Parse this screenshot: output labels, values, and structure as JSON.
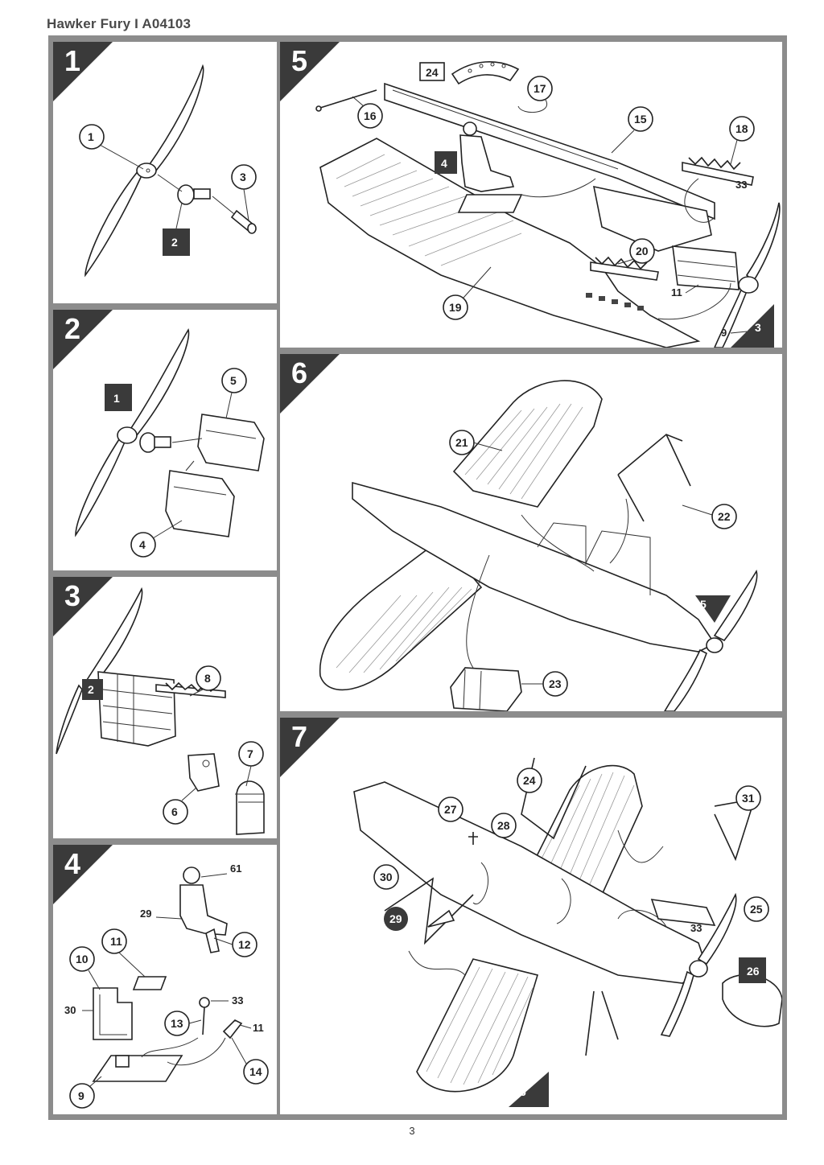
{
  "document": {
    "header": "Hawker Fury I A04103",
    "page_number": "3"
  },
  "steps": [
    {
      "number": "1",
      "callouts": [
        "1",
        "3"
      ],
      "subassembly_refs": [
        "2"
      ]
    },
    {
      "number": "2",
      "callouts": [
        "5",
        "4"
      ],
      "subassembly_refs": [
        "1"
      ]
    },
    {
      "number": "3",
      "callouts": [
        "8",
        "7",
        "6"
      ],
      "subassembly_refs": [
        "2"
      ]
    },
    {
      "number": "4",
      "callouts": [
        "11",
        "10",
        "12",
        "13",
        "14",
        "9"
      ],
      "labels": [
        "29",
        "61",
        "30",
        "33",
        "11"
      ]
    },
    {
      "number": "5",
      "callouts": [
        "17",
        "16",
        "15",
        "18",
        "20",
        "19"
      ],
      "labels": [
        "33",
        "11",
        "9"
      ],
      "part_boxes": [
        "24"
      ],
      "subassembly_refs": [
        "4",
        "3"
      ]
    },
    {
      "number": "6",
      "callouts": [
        "21",
        "22",
        "23"
      ],
      "subassembly_refs": [
        "5"
      ]
    },
    {
      "number": "7",
      "callouts": [
        "24",
        "27",
        "28",
        "31",
        "25",
        "30"
      ],
      "dark_callouts": [
        "29"
      ],
      "labels": [
        "33"
      ],
      "subassembly_refs": [
        "26",
        "6"
      ]
    }
  ]
}
